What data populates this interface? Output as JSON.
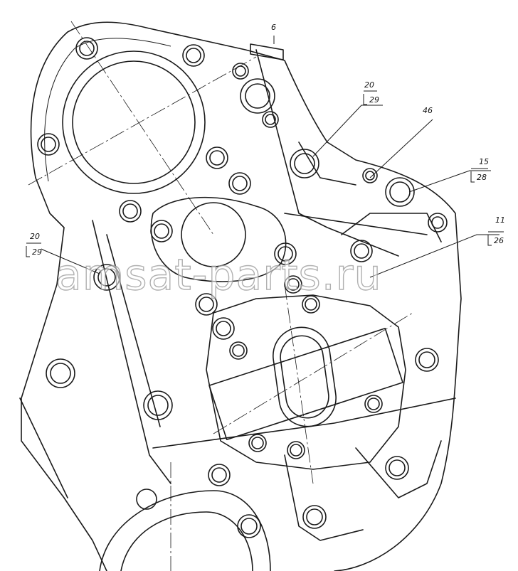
{
  "callouts": [
    {
      "id": "c6",
      "top": "6",
      "bottom": ""
    },
    {
      "id": "c20a",
      "top": "20",
      "bottom": "29"
    },
    {
      "id": "c46",
      "top": "46",
      "bottom": ""
    },
    {
      "id": "c15",
      "top": "15",
      "bottom": "28"
    },
    {
      "id": "c11",
      "top": "11",
      "bottom": "26"
    },
    {
      "id": "c20b",
      "top": "20",
      "bottom": "29"
    }
  ],
  "watermark": "amsat-parts.ru"
}
